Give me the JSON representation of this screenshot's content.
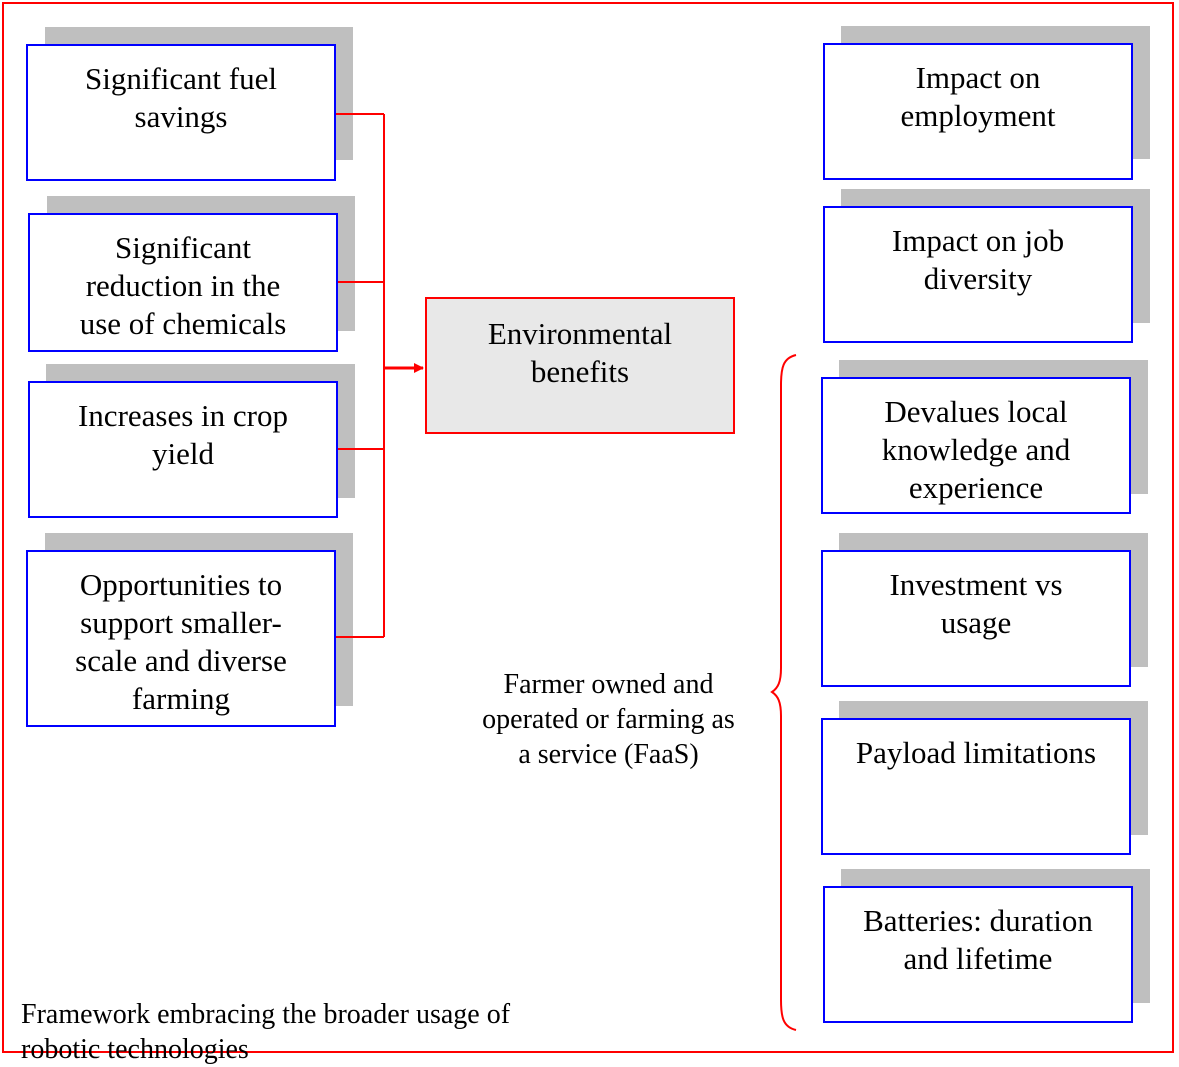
{
  "diagram": {
    "left_factors": [
      "Significant fuel\nsavings",
      "Significant\nreduction in the\nuse of chemicals",
      "Increases in crop\nyield",
      "Opportunities to\nsupport smaller-\nscale and diverse\nfarming"
    ],
    "center_box": "Environmental\nbenefits",
    "right_factors": [
      "Impact on\nemployment",
      "Impact on job\ndiversity",
      "Devalues local\nknowledge and\nexperience",
      "Investment vs\nusage",
      "Payload limitations",
      "Batteries: duration\nand lifetime"
    ],
    "brace_label": "Farmer owned and\noperated or farming as\na service (FaaS)",
    "framework_caption": "Framework embracing the broader usage of\nrobotic technologies",
    "colors": {
      "frame": "#ff0000",
      "box_border": "#0000ff",
      "shadow": "#bfbfbf",
      "center_fill": "#e8e8e8",
      "connector": "#ff0000"
    }
  }
}
